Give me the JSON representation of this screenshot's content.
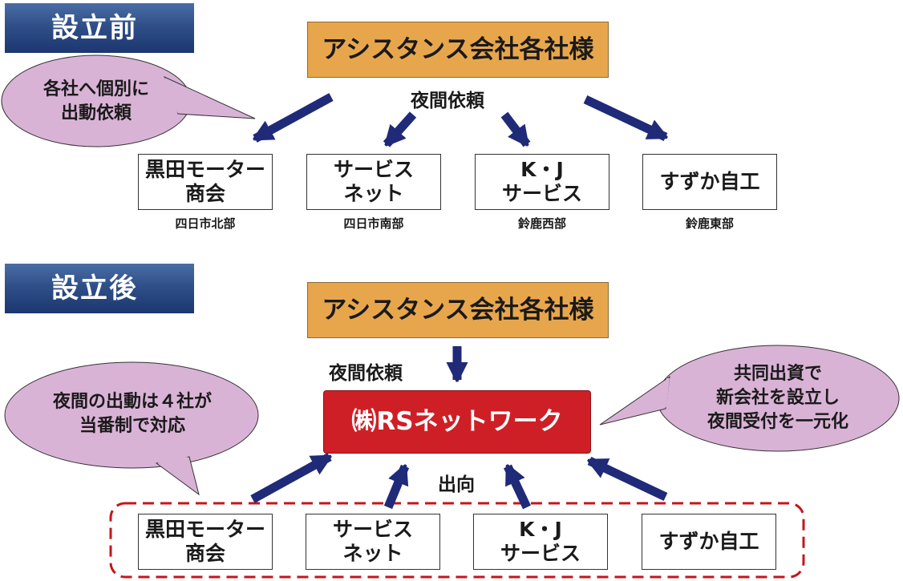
{
  "colors": {
    "section_tag": "#2f4f88",
    "client_box": "#e8a64c",
    "arrow": "#1f2a78",
    "bubble": "#d9b3d6",
    "rs_box": "#cf1f26",
    "dashed_border": "#c4161c"
  },
  "before": {
    "tag": "設立前",
    "client": "アシスタンス会社各社様",
    "flow_label": "夜間依頼",
    "bubble": "各社へ個別に\n出動依頼",
    "companies": [
      {
        "name": "黒田モーター\n商会",
        "area": "四日市北部"
      },
      {
        "name": "サービス\nネット",
        "area": "四日市南部"
      },
      {
        "name": "K・J\nサービス",
        "area": "鈴鹿西部"
      },
      {
        "name": "すずか自工",
        "area": "鈴鹿東部"
      }
    ]
  },
  "after": {
    "tag": "設立後",
    "client": "アシスタンス会社各社様",
    "flow_label": "夜間依頼",
    "network": "㈱RSネットワーク",
    "dispatch_label": "出向",
    "bubble_left": "夜間の出動は４社が\n当番制で対応",
    "bubble_right": "共同出資で\n新会社を設立し\n夜間受付を一元化",
    "companies": [
      {
        "name": "黒田モーター\n商会"
      },
      {
        "name": "サービス\nネット"
      },
      {
        "name": "K・J\nサービス"
      },
      {
        "name": "すずか自工"
      }
    ]
  }
}
